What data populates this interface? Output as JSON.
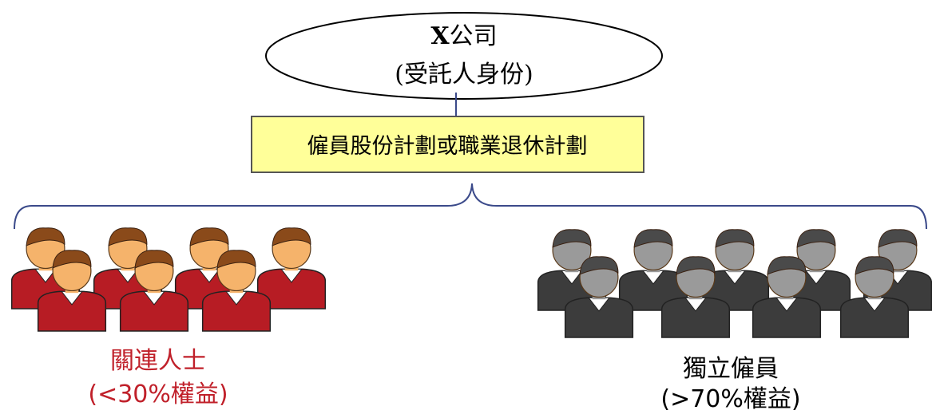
{
  "company": {
    "name_bold": "X",
    "name_rest": "公司",
    "role": "(受託人身份)"
  },
  "plan": {
    "label": "僱員股份計劃或職業退休計劃"
  },
  "groups": [
    {
      "label": "關連人士",
      "share": "(<30%權益)",
      "color": "#c0202a",
      "people_count": 7
    },
    {
      "label": "獨立僱員",
      "share": "(>70%權益)",
      "color": "#555555",
      "people_count": 9
    }
  ],
  "colors": {
    "ellipse_fill": "#ffffff",
    "box_fill": "#ffff99",
    "box_border": "#555555",
    "connector": "#3b4a8a",
    "related_label": "#c0202a",
    "independent_label": "#000000",
    "skin": "#f5b36b",
    "hair": "#8a4a1a",
    "grey_skin": "#9a9a9a",
    "grey_hair": "#4a4a4a"
  },
  "icons": {
    "related_people": "person-group-red-icon",
    "independent_people": "person-group-grey-icon"
  }
}
